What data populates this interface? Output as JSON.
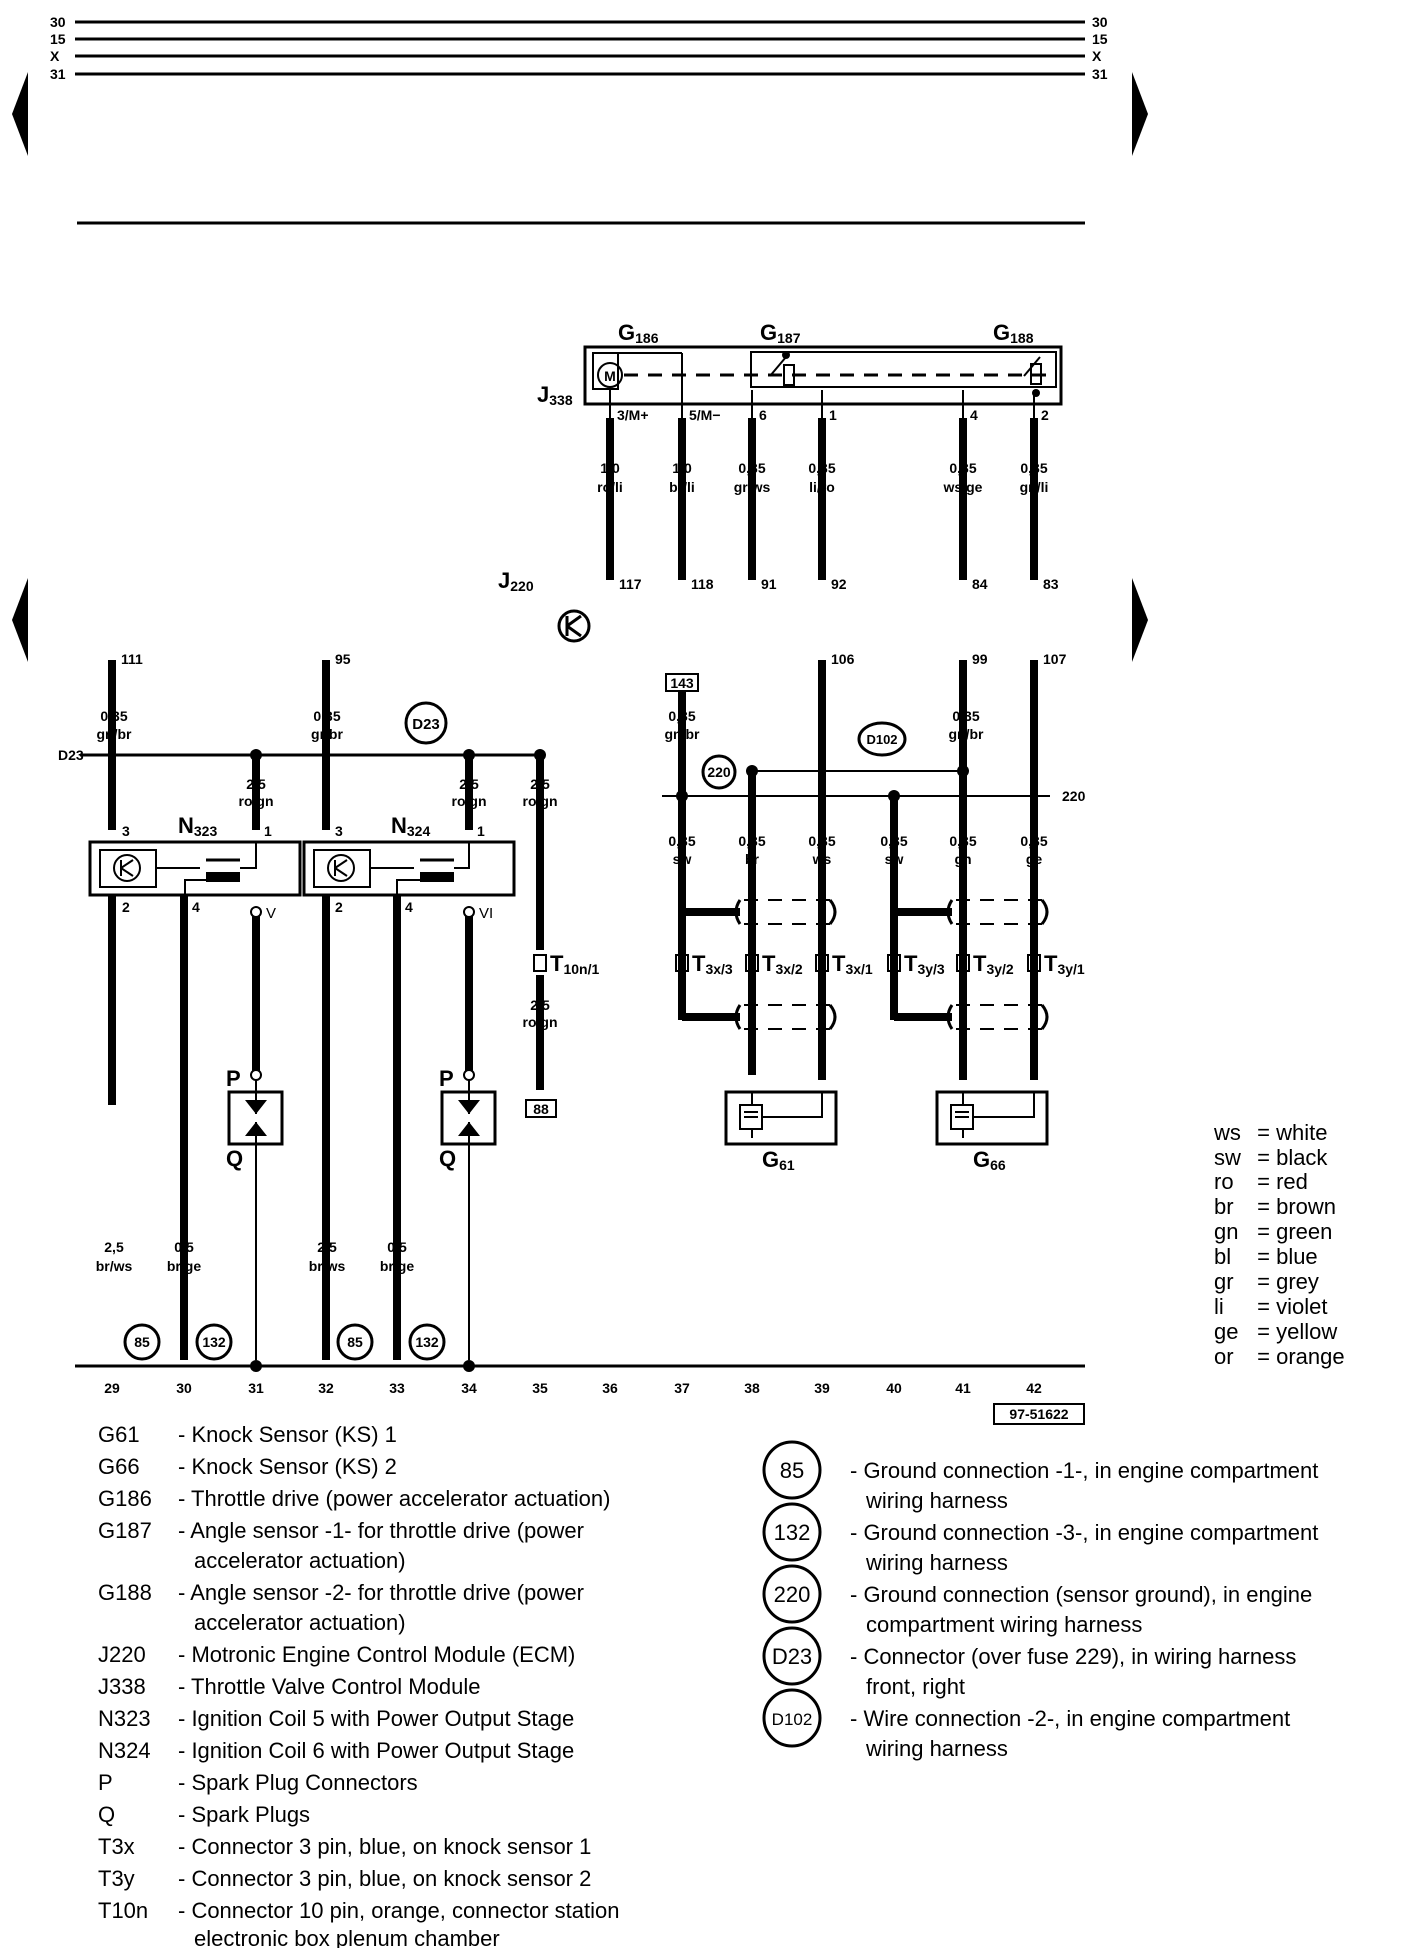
{
  "bus_labels": [
    "30",
    "15",
    "X",
    "31"
  ],
  "components": {
    "G186": {
      "base": "G",
      "sub": "186"
    },
    "G187": {
      "base": "G",
      "sub": "187"
    },
    "G188": {
      "base": "G",
      "sub": "188"
    },
    "J338": {
      "base": "J",
      "sub": "338"
    },
    "J220": {
      "base": "J",
      "sub": "220"
    },
    "N323": {
      "base": "N",
      "sub": "323"
    },
    "N324": {
      "base": "N",
      "sub": "324"
    },
    "T10n1": {
      "base": "T",
      "sub": "10n/1"
    },
    "T3x3": {
      "base": "T",
      "sub": "3x/3"
    },
    "T3x2": {
      "base": "T",
      "sub": "3x/2"
    },
    "T3x1": {
      "base": "T",
      "sub": "3x/1"
    },
    "T3y3": {
      "base": "T",
      "sub": "3y/3"
    },
    "T3y2": {
      "base": "T",
      "sub": "3y/2"
    },
    "T3y1": {
      "base": "T",
      "sub": "3y/1"
    },
    "G61": {
      "base": "G",
      "sub": "61"
    },
    "G66": {
      "base": "G",
      "sub": "66"
    },
    "P": "P",
    "Q": "Q"
  },
  "j338_pins": [
    "3/M+",
    "5/M−",
    "6",
    "1",
    "4",
    "2"
  ],
  "top_wires": [
    {
      "size": "1,0",
      "color": "ro/li",
      "pin": "117"
    },
    {
      "size": "1,0",
      "color": "br/li",
      "pin": "118"
    },
    {
      "size": "0,35",
      "color": "gr/ws",
      "pin": "91"
    },
    {
      "size": "0,35",
      "color": "li/ro",
      "pin": "92"
    },
    {
      "size": "0,35",
      "color": "ws/ge",
      "pin": "84"
    },
    {
      "size": "0,35",
      "color": "gn/li",
      "pin": "83"
    }
  ],
  "ecm_pins_lower": [
    "111",
    "95",
    "106",
    "99",
    "107"
  ],
  "wires_mid": [
    {
      "size": "0,35",
      "color": "gn/br"
    },
    {
      "size": "0,35",
      "color": "gr/br"
    },
    {
      "size": "2,5",
      "color": "ro/gn"
    },
    {
      "size": "2,5",
      "color": "ro/gn"
    },
    {
      "size": "2,5",
      "color": "ro/gn"
    },
    {
      "size": "2,5",
      "color": "ro/gn"
    },
    {
      "size": "0,35",
      "color": "gn/br"
    },
    {
      "size": "0,35",
      "color": "gn/br"
    }
  ],
  "coil_pins": [
    "3",
    "1",
    "2",
    "4",
    "V",
    "3",
    "1",
    "2",
    "4",
    "VI"
  ],
  "sensor_wires": [
    {
      "size": "0,35",
      "color": "sw"
    },
    {
      "size": "0,35",
      "color": "br"
    },
    {
      "size": "0,35",
      "color": "ws"
    },
    {
      "size": "0,35",
      "color": "sw"
    },
    {
      "size": "0,35",
      "color": "gn"
    },
    {
      "size": "0,35",
      "color": "ge"
    }
  ],
  "bottom_wires": [
    {
      "size": "2,5",
      "color": "br/ws"
    },
    {
      "size": "0,5",
      "color": "br/ge"
    },
    {
      "size": "2,5",
      "color": "br/ws"
    },
    {
      "size": "0,5",
      "color": "br/ge"
    }
  ],
  "circles": {
    "d23": "D23",
    "d102": "D102",
    "c220": "220",
    "c85": "85",
    "c132": "132"
  },
  "side_labels": {
    "d23": "D23",
    "g220": "220"
  },
  "boxes": {
    "b143": "143",
    "b88": "88"
  },
  "tracks": [
    "29",
    "30",
    "31",
    "32",
    "33",
    "34",
    "35",
    "36",
    "37",
    "38",
    "39",
    "40",
    "41",
    "42"
  ],
  "diagram_id": "97-51622",
  "color_legend": [
    {
      "code": "ws",
      "name": "white"
    },
    {
      "code": "sw",
      "name": "black"
    },
    {
      "code": "ro",
      "name": "red"
    },
    {
      "code": "br",
      "name": "brown"
    },
    {
      "code": "gn",
      "name": "green"
    },
    {
      "code": "bl",
      "name": "blue"
    },
    {
      "code": "gr",
      "name": "grey"
    },
    {
      "code": "li",
      "name": "violet"
    },
    {
      "code": "ge",
      "name": "yellow"
    },
    {
      "code": "or",
      "name": "orange"
    }
  ],
  "legend_left": [
    {
      "code": "G61",
      "lines": [
        "- Knock Sensor (KS) 1"
      ]
    },
    {
      "code": "G66",
      "lines": [
        "- Knock Sensor (KS) 2"
      ]
    },
    {
      "code": "G186",
      "lines": [
        "- Throttle drive (power accelerator actuation)"
      ]
    },
    {
      "code": "G187",
      "lines": [
        "- Angle sensor -1- for throttle drive (power",
        "accelerator actuation)"
      ]
    },
    {
      "code": "G188",
      "lines": [
        "- Angle sensor -2- for throttle drive (power",
        "accelerator actuation)"
      ]
    },
    {
      "code": "J220",
      "lines": [
        "- Motronic Engine Control Module (ECM)"
      ]
    },
    {
      "code": "J338",
      "lines": [
        "- Throttle Valve Control Module"
      ]
    },
    {
      "code": "N323",
      "lines": [
        "- Ignition Coil 5 with Power Output Stage"
      ]
    },
    {
      "code": "N324",
      "lines": [
        "- Ignition Coil 6 with Power Output Stage"
      ]
    },
    {
      "code": "P",
      "lines": [
        "- Spark Plug Connectors"
      ]
    },
    {
      "code": "Q",
      "lines": [
        "- Spark Plugs"
      ]
    },
    {
      "code": "T3x",
      "lines": [
        "- Connector 3 pin, blue, on knock sensor 1"
      ]
    },
    {
      "code": "T3y",
      "lines": [
        "- Connector 3 pin, blue, on knock sensor 2"
      ]
    },
    {
      "code": "T10n",
      "lines": [
        "- Connector 10 pin, orange, connector station",
        "electronic box plenum chamber"
      ]
    }
  ],
  "legend_right": [
    {
      "code": "85",
      "lines": [
        "- Ground connection -1-, in engine compartment",
        "wiring harness"
      ]
    },
    {
      "code": "132",
      "lines": [
        "- Ground connection -3-, in engine compartment",
        "wiring harness"
      ]
    },
    {
      "code": "220",
      "lines": [
        "- Ground connection (sensor ground), in engine",
        "compartment wiring harness"
      ]
    },
    {
      "code": "D23",
      "lines": [
        "- Connector (over fuse 229), in wiring harness",
        "front, right"
      ]
    },
    {
      "code": "D102",
      "lines": [
        "- Wire connection -2-, in engine compartment",
        "wiring harness"
      ]
    }
  ]
}
